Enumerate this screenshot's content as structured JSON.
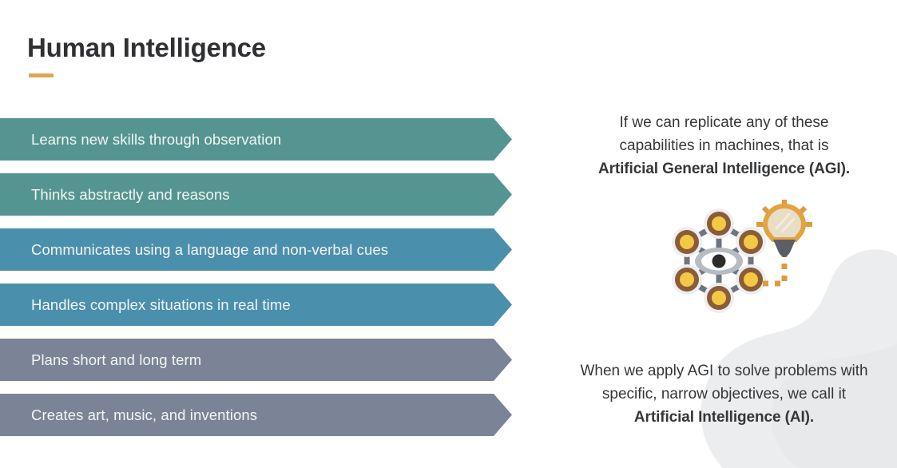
{
  "slide": {
    "title": "Human Intelligence",
    "accent_color": "#e2a355",
    "background_color": "#ffffff",
    "blob_color": "#ecedee"
  },
  "capabilities": {
    "items": [
      {
        "label": "Learns new skills through observation",
        "color": "#559591"
      },
      {
        "label": "Thinks abstractly and reasons",
        "color": "#559591"
      },
      {
        "label": "Communicates using a language and non-verbal cues",
        "color": "#4a90ad"
      },
      {
        "label": "Handles complex situations in real time",
        "color": "#4a90ad"
      },
      {
        "label": "Plans short and long term",
        "color": "#7b8396"
      },
      {
        "label": "Creates art, music, and inventions",
        "color": "#7b8396"
      }
    ]
  },
  "notes": {
    "top": {
      "line1": "If we can replicate any of these",
      "line2": "capabilities in machines, that is",
      "emphasis": "Artificial General Intelligence (AGI)."
    },
    "bottom": {
      "line1": "When we apply AGI to solve problems with",
      "line2": "specific, narrow objectives, we call it",
      "emphasis": "Artificial Intelligence (AI)."
    }
  },
  "illustration": {
    "name": "neural-network-lightbulb-illustration",
    "node_count": 6,
    "node_fill": "#f3c944",
    "node_ring": "#8a5c38",
    "node_halo": "#eceef1",
    "link_color": "#6e7580",
    "eye_color": "#b7bcc2",
    "pupil_color": "#2b2b2b",
    "bulb_color": "#e3a33f",
    "bulb_glass": "#e8ddc6",
    "bulb_base": "#5a5f66",
    "dash_color": "#e09a3d"
  }
}
